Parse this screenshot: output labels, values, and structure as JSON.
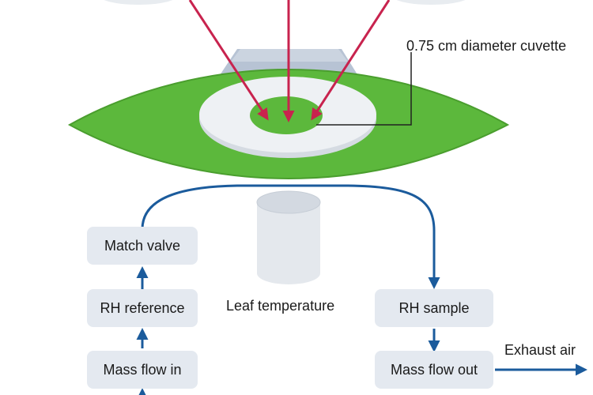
{
  "labels": {
    "cuvette": "0.75 cm diameter cuvette",
    "leaf_temperature": "Leaf temperature",
    "exhaust_air": "Exhaust air"
  },
  "boxes": {
    "match_valve": "Match valve",
    "rh_reference": "RH reference",
    "mass_flow_in": "Mass flow in",
    "rh_sample": "RH sample",
    "mass_flow_out": "Mass flow out"
  },
  "colors": {
    "leaf": "#5cb83c",
    "leaf_edge": "#4a9e2e",
    "light_beam": "#c8234e",
    "flow_arrow": "#1b5b9c",
    "box_fill": "#e4e9f0",
    "cuvette_ring": "#eef1f4",
    "sensor": "#dfe4ea"
  }
}
